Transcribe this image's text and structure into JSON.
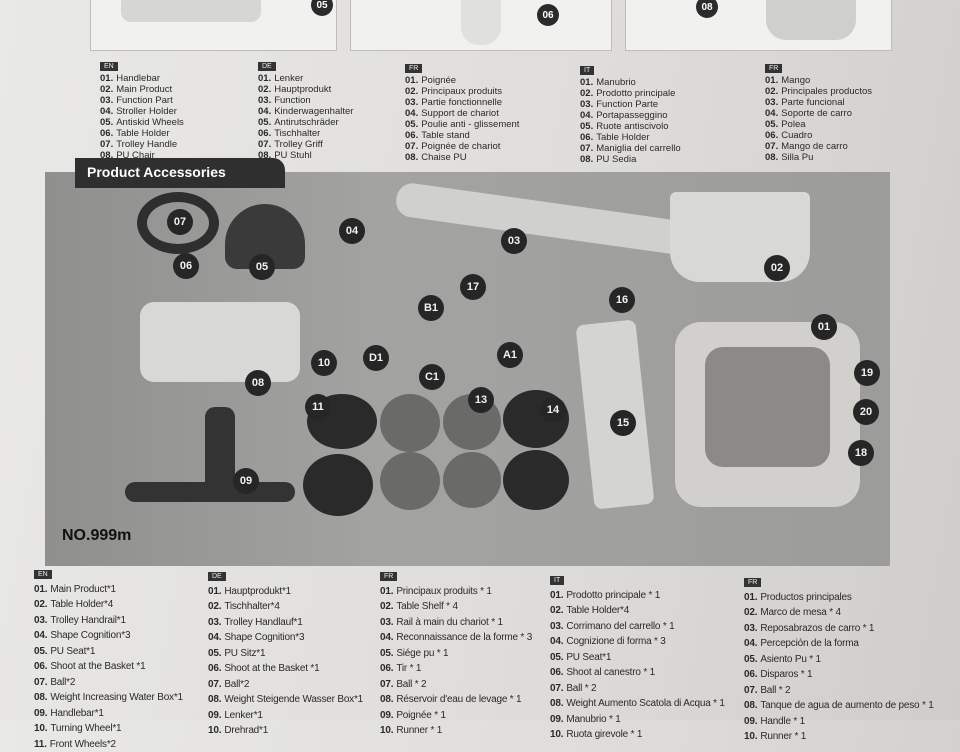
{
  "top_images": {
    "labels": [
      "05",
      "06",
      "08"
    ]
  },
  "top_lists": [
    {
      "lang": "EN",
      "items": [
        [
          "01.",
          "Handlebar"
        ],
        [
          "02.",
          "Main Product"
        ],
        [
          "03.",
          "Function Part"
        ],
        [
          "04.",
          "Stroller Holder"
        ],
        [
          "05.",
          "Antiskid Wheels"
        ],
        [
          "06.",
          "Table Holder"
        ],
        [
          "07.",
          "Trolley Handle"
        ],
        [
          "08.",
          "PU Chair"
        ]
      ]
    },
    {
      "lang": "DE",
      "items": [
        [
          "01.",
          "Lenker"
        ],
        [
          "02.",
          "Hauptprodukt"
        ],
        [
          "03.",
          "Function"
        ],
        [
          "04.",
          "Kinderwagenhalter"
        ],
        [
          "05.",
          "Antirutschräder"
        ],
        [
          "06.",
          "Tischhalter"
        ],
        [
          "07.",
          "Trolley Griff"
        ],
        [
          "08.",
          "PU Stuhl"
        ]
      ]
    },
    {
      "lang": "FR",
      "items": [
        [
          "01.",
          "Poignée"
        ],
        [
          "02.",
          "Principaux produits"
        ],
        [
          "03.",
          "Partie fonctionnelle"
        ],
        [
          "04.",
          "Support de chariot"
        ],
        [
          "05.",
          "Poulie anti - glissement"
        ],
        [
          "06.",
          "Table stand"
        ],
        [
          "07.",
          "Poignée de chariot"
        ],
        [
          "08.",
          "Chaise PU"
        ]
      ]
    },
    {
      "lang": "IT",
      "items": [
        [
          "01.",
          "Manubrio"
        ],
        [
          "02.",
          "Prodotto principale"
        ],
        [
          "03.",
          "Function Parte"
        ],
        [
          "04.",
          "Portapasseggino"
        ],
        [
          "05.",
          "Ruote antiscivolo"
        ],
        [
          "06.",
          "Table Holder"
        ],
        [
          "07.",
          "Maniglia del carrello"
        ],
        [
          "08.",
          "PU Sedia"
        ]
      ]
    },
    {
      "lang": "FR",
      "items": [
        [
          "01.",
          "Mango"
        ],
        [
          "02.",
          "Principales productos"
        ],
        [
          "03.",
          "Parte funcional"
        ],
        [
          "04.",
          "Soporte de carro"
        ],
        [
          "05.",
          "Polea"
        ],
        [
          "06.",
          "Cuadro"
        ],
        [
          "07.",
          "Mango de carro"
        ],
        [
          "08.",
          "Silla Pu"
        ]
      ]
    }
  ],
  "section_title": "Product Accessories",
  "model": "NO.999m",
  "callouts": [
    "07",
    "06",
    "05",
    "04",
    "03",
    "02",
    "17",
    "16",
    "01",
    "B1",
    "D1",
    "10",
    "C1",
    "A1",
    "08",
    "11",
    "13",
    "14",
    "15",
    "19",
    "20",
    "18",
    "09"
  ],
  "bottom_lists": [
    {
      "lang": "EN",
      "items": [
        [
          "01.",
          "Main Product*1"
        ],
        [
          "02.",
          "Table Holder*4"
        ],
        [
          "03.",
          "Trolley Handrail*1"
        ],
        [
          "04.",
          "Shape Cognition*3"
        ],
        [
          "05.",
          "PU Seat*1"
        ],
        [
          "06.",
          "Shoot at the Basket *1"
        ],
        [
          "07.",
          "Ball*2"
        ],
        [
          "08.",
          "Weight Increasing Water Box*1"
        ],
        [
          "09.",
          "Handlebar*1"
        ],
        [
          "10.",
          "Turning Wheel*1"
        ],
        [
          "11.",
          "Front Wheels*2"
        ]
      ]
    },
    {
      "lang": "DE",
      "items": [
        [
          "01.",
          "Hauptprodukt*1"
        ],
        [
          "02.",
          "Tischhalter*4"
        ],
        [
          "03.",
          "Trolley Handlauf*1"
        ],
        [
          "04.",
          "Shape Cognition*3"
        ],
        [
          "05.",
          "PU Sitz*1"
        ],
        [
          "06.",
          "Shoot at the Basket *1"
        ],
        [
          "07.",
          "Ball*2"
        ],
        [
          "08.",
          "Weight Steigende Wasser Box*1"
        ],
        [
          "09.",
          "Lenker*1"
        ],
        [
          "10.",
          "Drehrad*1"
        ]
      ]
    },
    {
      "lang": "FR",
      "items": [
        [
          "01.",
          "Principaux produits * 1"
        ],
        [
          "02.",
          "Table Shelf * 4"
        ],
        [
          "03.",
          "Rail à main du chariot * 1"
        ],
        [
          "04.",
          "Reconnaissance de la forme * 3"
        ],
        [
          "05.",
          "Siége pu * 1"
        ],
        [
          "06.",
          "Tir * 1"
        ],
        [
          "07.",
          "Ball * 2"
        ],
        [
          "08.",
          "Réservoir d'eau de levage * 1"
        ],
        [
          "09.",
          "Poignée * 1"
        ],
        [
          "10.",
          "Runner * 1"
        ]
      ]
    },
    {
      "lang": "IT",
      "items": [
        [
          "01.",
          "Prodotto principale * 1"
        ],
        [
          "02.",
          "Table Holder*4"
        ],
        [
          "03.",
          "Corrimano del carrello * 1"
        ],
        [
          "04.",
          "Cognizione di forma * 3"
        ],
        [
          "05.",
          "PU Seat*1"
        ],
        [
          "06.",
          "Shoot al canestro * 1"
        ],
        [
          "07.",
          "Ball * 2"
        ],
        [
          "08.",
          "Weight Aumento Scatola di Acqua * 1"
        ],
        [
          "09.",
          "Manubrio * 1"
        ],
        [
          "10.",
          "Ruota girevole * 1"
        ]
      ]
    },
    {
      "lang": "FR",
      "items": [
        [
          "01.",
          "Productos principales"
        ],
        [
          "02.",
          "Marco de mesa * 4"
        ],
        [
          "03.",
          "Reposabrazos de carro * 1"
        ],
        [
          "04.",
          "Percepción de la forma"
        ],
        [
          "05.",
          "Asiento Pu * 1"
        ],
        [
          "06.",
          "Disparos * 1"
        ],
        [
          "07.",
          "Ball * 2"
        ],
        [
          "08.",
          "Tanque de agua de aumento de peso * 1"
        ],
        [
          "09.",
          "Handle * 1"
        ],
        [
          "10.",
          "Runner * 1"
        ]
      ]
    }
  ]
}
